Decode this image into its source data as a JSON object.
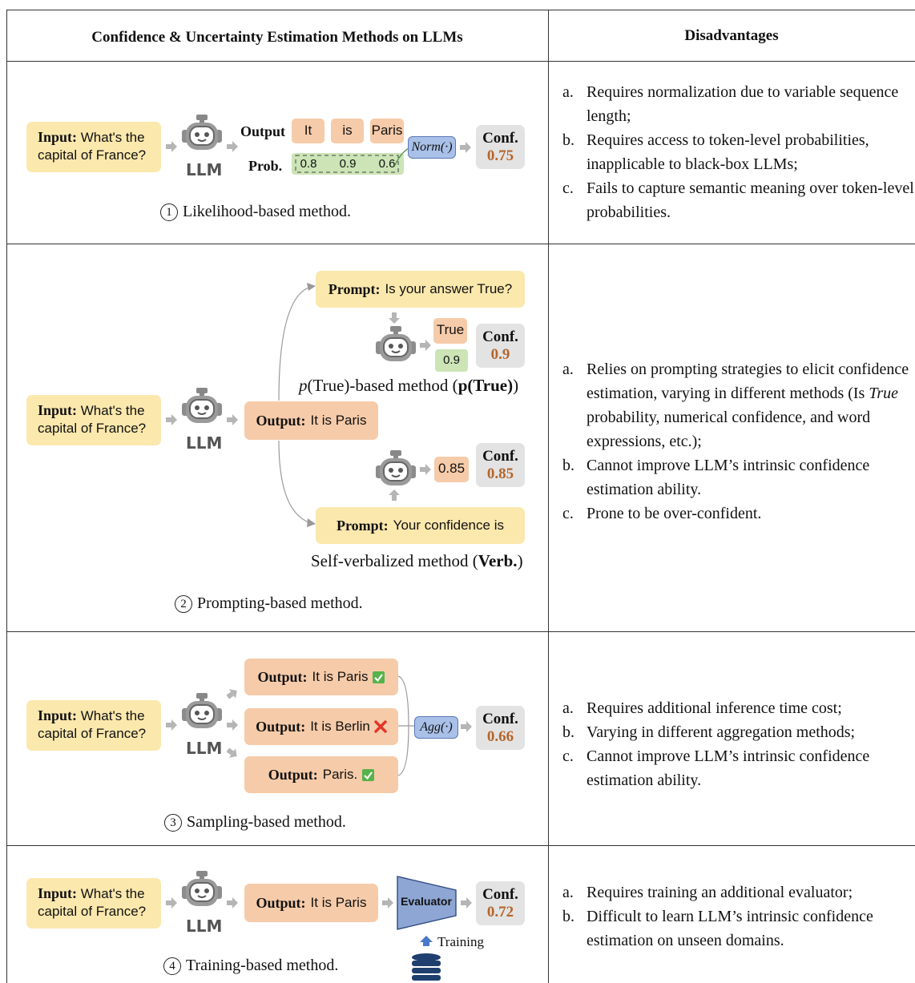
{
  "header": {
    "methods": "Confidence & Uncertainty Estimation Methods on LLMs",
    "disadvantages": "Disadvantages"
  },
  "common": {
    "input_label": "Input:",
    "input_text": "What's the capital of France?",
    "llm": "LLM",
    "output_label": "Output:",
    "prompt_label": "Prompt:",
    "conf_label": "Conf."
  },
  "row1": {
    "circle": "1",
    "caption": "Likelihood-based method.",
    "output_word": "Output",
    "prob_word": "Prob.",
    "tokens": [
      "It",
      "is",
      "Paris"
    ],
    "probs": [
      "0.8",
      "0.9",
      "0.6"
    ],
    "norm": "Norm(·)",
    "conf": "0.75",
    "disadvantages": [
      {
        "marker": "a.",
        "text": "Requires normalization due to variable sequence length;"
      },
      {
        "marker": "b.",
        "text": "Requires access to token-level probabilities, inapplicable to black-box LLMs;"
      },
      {
        "marker": "c.",
        "text": "Fails to capture semantic meaning over token-level probabilities."
      }
    ]
  },
  "row2": {
    "circle": "2",
    "caption": "Prompting-based method.",
    "output_text": "It is Paris",
    "prompt_true": "Is your answer True?",
    "true_word": "True",
    "true_prob": "0.9",
    "conf_true": "0.9",
    "ptrue_caption_a": "(True)-based method (",
    "ptrue_caption_b": "p(True)",
    "ptrue_caption_c": ")",
    "verb_value": "0.85",
    "conf_verb": "0.85",
    "prompt_verb": "Your confidence is",
    "verb_caption_a": "Self-verbalized method (",
    "verb_caption_b": "Verb.",
    "verb_caption_c": ")",
    "disadvantages": [
      {
        "marker": "a.",
        "pre": "Relies on prompting strategies to elicit confidence estimation, varying in different methods (Is ",
        "em": "True",
        "post": " probability, numerical confidence, and word expressions, etc.);"
      },
      {
        "marker": "b.",
        "text": "Cannot improve LLM’s intrinsic confidence estimation ability."
      },
      {
        "marker": "c.",
        "text": "Prone to be over-confident."
      }
    ]
  },
  "row3": {
    "circle": "3",
    "caption": "Sampling-based method.",
    "outputs": [
      {
        "text": "It is Paris",
        "mark": "check"
      },
      {
        "text": "It is Berlin",
        "mark": "cross"
      },
      {
        "text": "Paris.",
        "mark": "check"
      }
    ],
    "agg": "Agg(·)",
    "conf": "0.66",
    "disadvantages": [
      {
        "marker": "a.",
        "text": "Requires additional inference time cost;"
      },
      {
        "marker": "b.",
        "text": "Varying in different aggregation methods;"
      },
      {
        "marker": "c.",
        "text": "Cannot improve LLM’s intrinsic confidence estimation ability."
      }
    ]
  },
  "row4": {
    "circle": "4",
    "caption": "Training-based method.",
    "output_text": "It is Paris",
    "evaluator": "Evaluator",
    "training": "Training",
    "conf": "0.72",
    "disadvantages": [
      {
        "marker": "a.",
        "text": "Requires training an additional evaluator;"
      },
      {
        "marker": "b.",
        "text": "Difficult to learn LLM’s intrinsic confidence estimation on unseen domains."
      }
    ]
  },
  "colors": {
    "input_box": "#fbe8ad",
    "output_box": "#f6cba9",
    "prob_box": "#cce4b6",
    "conf_box": "#e3e3e3",
    "conf_value": "#b5652b",
    "norm_box": "#a9c0e8"
  }
}
